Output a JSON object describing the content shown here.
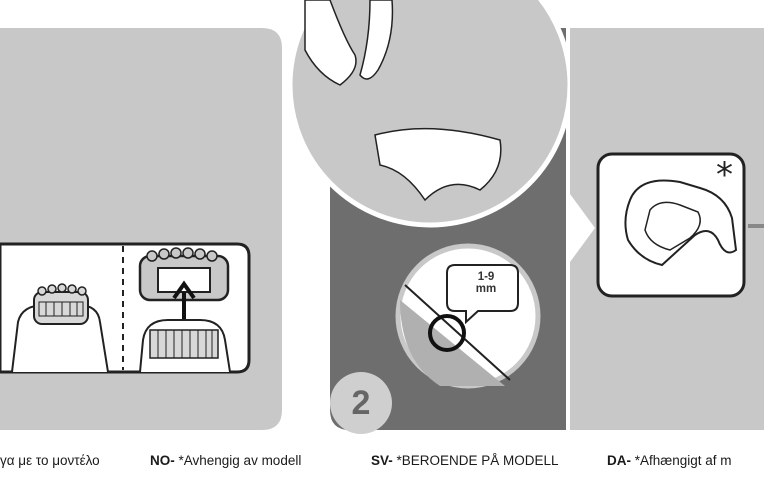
{
  "colors": {
    "panel_light": "#c8c8c8",
    "panel_dark": "#6e6e6e",
    "line": "#222222",
    "white": "#ffffff"
  },
  "step": {
    "number": "2"
  },
  "hair_length": {
    "line1": "1-9",
    "line2": "mm"
  },
  "accessory": {
    "asterisk": "*"
  },
  "captions": [
    {
      "lang": "",
      "text": "γα με το μοντέλο"
    },
    {
      "lang": "NO-",
      "text": " *Avhengig av modell"
    },
    {
      "lang": "SV-",
      "text": " *BEROENDE PÅ MODELL"
    },
    {
      "lang": "DA-",
      "text": " *Afhængigt af m"
    }
  ],
  "icons": [
    "epilator-head-icon",
    "epilator-cap-icon",
    "arrow-up-icon",
    "body-silhouette-icon",
    "magnifier-hair-icon",
    "accessory-cap-icon"
  ]
}
